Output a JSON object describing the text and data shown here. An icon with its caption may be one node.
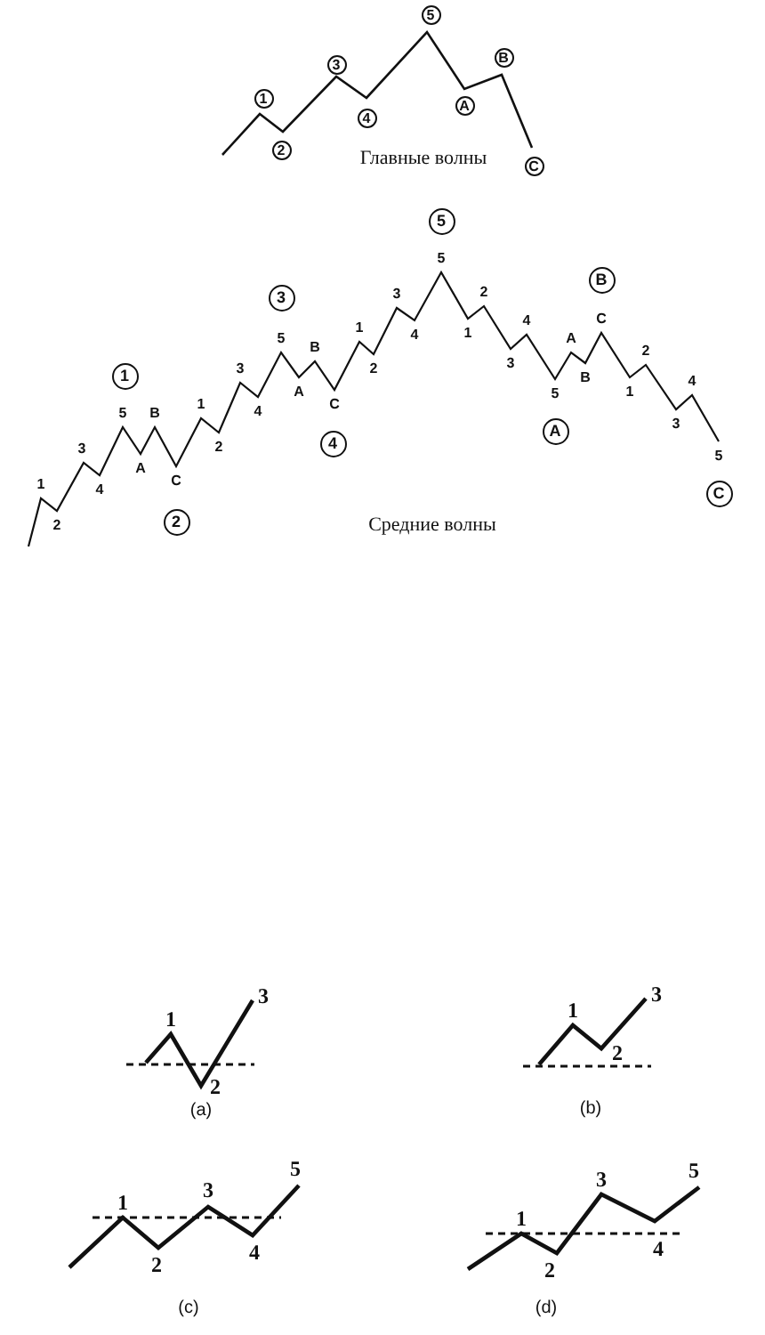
{
  "diagram": {
    "labels": [
      "1",
      "2",
      "3",
      "4",
      "5",
      "A",
      "B",
      "C",
      "Главные волны",
      "1",
      "2",
      "3",
      "4",
      "5",
      "A",
      "B",
      "C",
      "1",
      "2",
      "3",
      "4",
      "5",
      "A",
      "B",
      "C",
      "1",
      "2",
      "3",
      "4",
      "5",
      "1",
      "2",
      "3",
      "4",
      "5",
      "A",
      "B",
      "C",
      "1",
      "2",
      "3",
      "4",
      "5",
      "1",
      "2",
      "3",
      "4",
      "5",
      "A",
      "B",
      "C",
      "Средние волны",
      "1",
      "2",
      "3",
      "(a)",
      "1",
      "2",
      "3",
      "(b)",
      "1",
      "2",
      "3",
      "4",
      "5",
      "(c)",
      "1",
      "2",
      "3",
      "4",
      "5",
      "(d)"
    ]
  }
}
